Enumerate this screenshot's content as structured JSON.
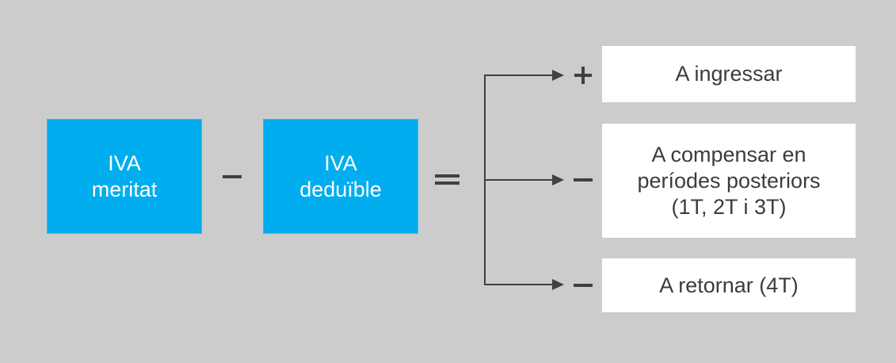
{
  "diagram": {
    "colors": {
      "background": "#cccccc",
      "input_box": "#00adef",
      "input_text": "#ffffff",
      "result_box": "#ffffff",
      "result_text": "#3c3c3c",
      "operator": "#404040"
    },
    "inputs": [
      {
        "lines": [
          "IVA",
          "meritat"
        ]
      },
      {
        "lines": [
          "IVA",
          "deduïble"
        ]
      }
    ],
    "operators": {
      "between_inputs": "minus",
      "result": "equals"
    },
    "outcomes": [
      {
        "sign": "plus",
        "lines": [
          "A ingressar"
        ]
      },
      {
        "sign": "minus",
        "lines": [
          "A compensar en",
          "períodes posteriors",
          "(1T, 2T i 3T)"
        ]
      },
      {
        "sign": "minus",
        "lines": [
          "A retornar (4T)"
        ]
      }
    ]
  }
}
